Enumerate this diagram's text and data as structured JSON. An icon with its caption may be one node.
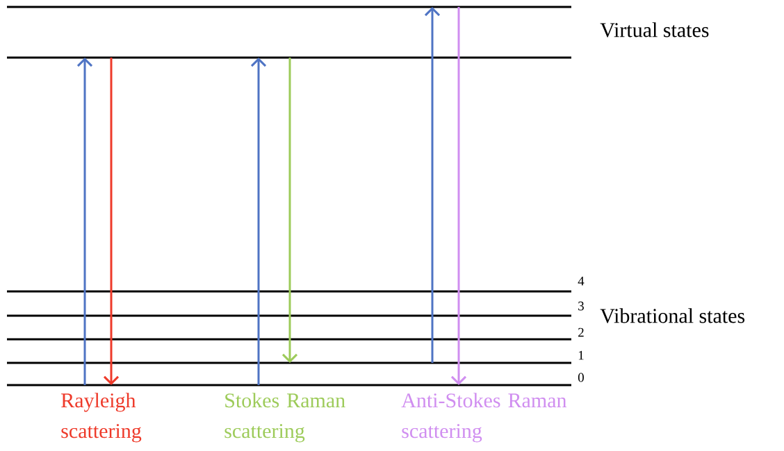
{
  "diagram": {
    "nodes": [
      {
        "text": [],
        "shape": "line"
      },
      {
        "text": [],
        "shape": "line"
      },
      {
        "text": [],
        "shape": "line",
        "beside": [
          "4"
        ]
      },
      {
        "text": [],
        "shape": "line",
        "beside": [
          "3"
        ]
      },
      {
        "text": [],
        "shape": "line",
        "beside": [
          "2"
        ]
      },
      {
        "text": [],
        "shape": "line",
        "beside": [
          "1"
        ]
      },
      {
        "text": [],
        "shape": "line",
        "beside": [
          "0"
        ]
      }
    ],
    "edges": [
      {
        "from": 6,
        "to": 1,
        "arrow": "to"
      },
      {
        "from": 1,
        "to": 6,
        "arrow": "to",
        "color": "#ee3a2a"
      },
      {
        "from": 6,
        "to": 1,
        "arrow": "to"
      },
      {
        "from": 1,
        "to": 5,
        "arrow": "to",
        "color": "#9dcb5a"
      },
      {
        "from": 5,
        "to": 0,
        "arrow": "to"
      },
      {
        "from": 0,
        "to": 6,
        "arrow": "to",
        "color": "#d08ef0"
      }
    ],
    "labels": [
      "Virtual states",
      "Vibrational states",
      "Rayleigh scattering",
      "Stokes Raman scattering",
      "Anti-Stokes Raman scattering"
    ]
  }
}
